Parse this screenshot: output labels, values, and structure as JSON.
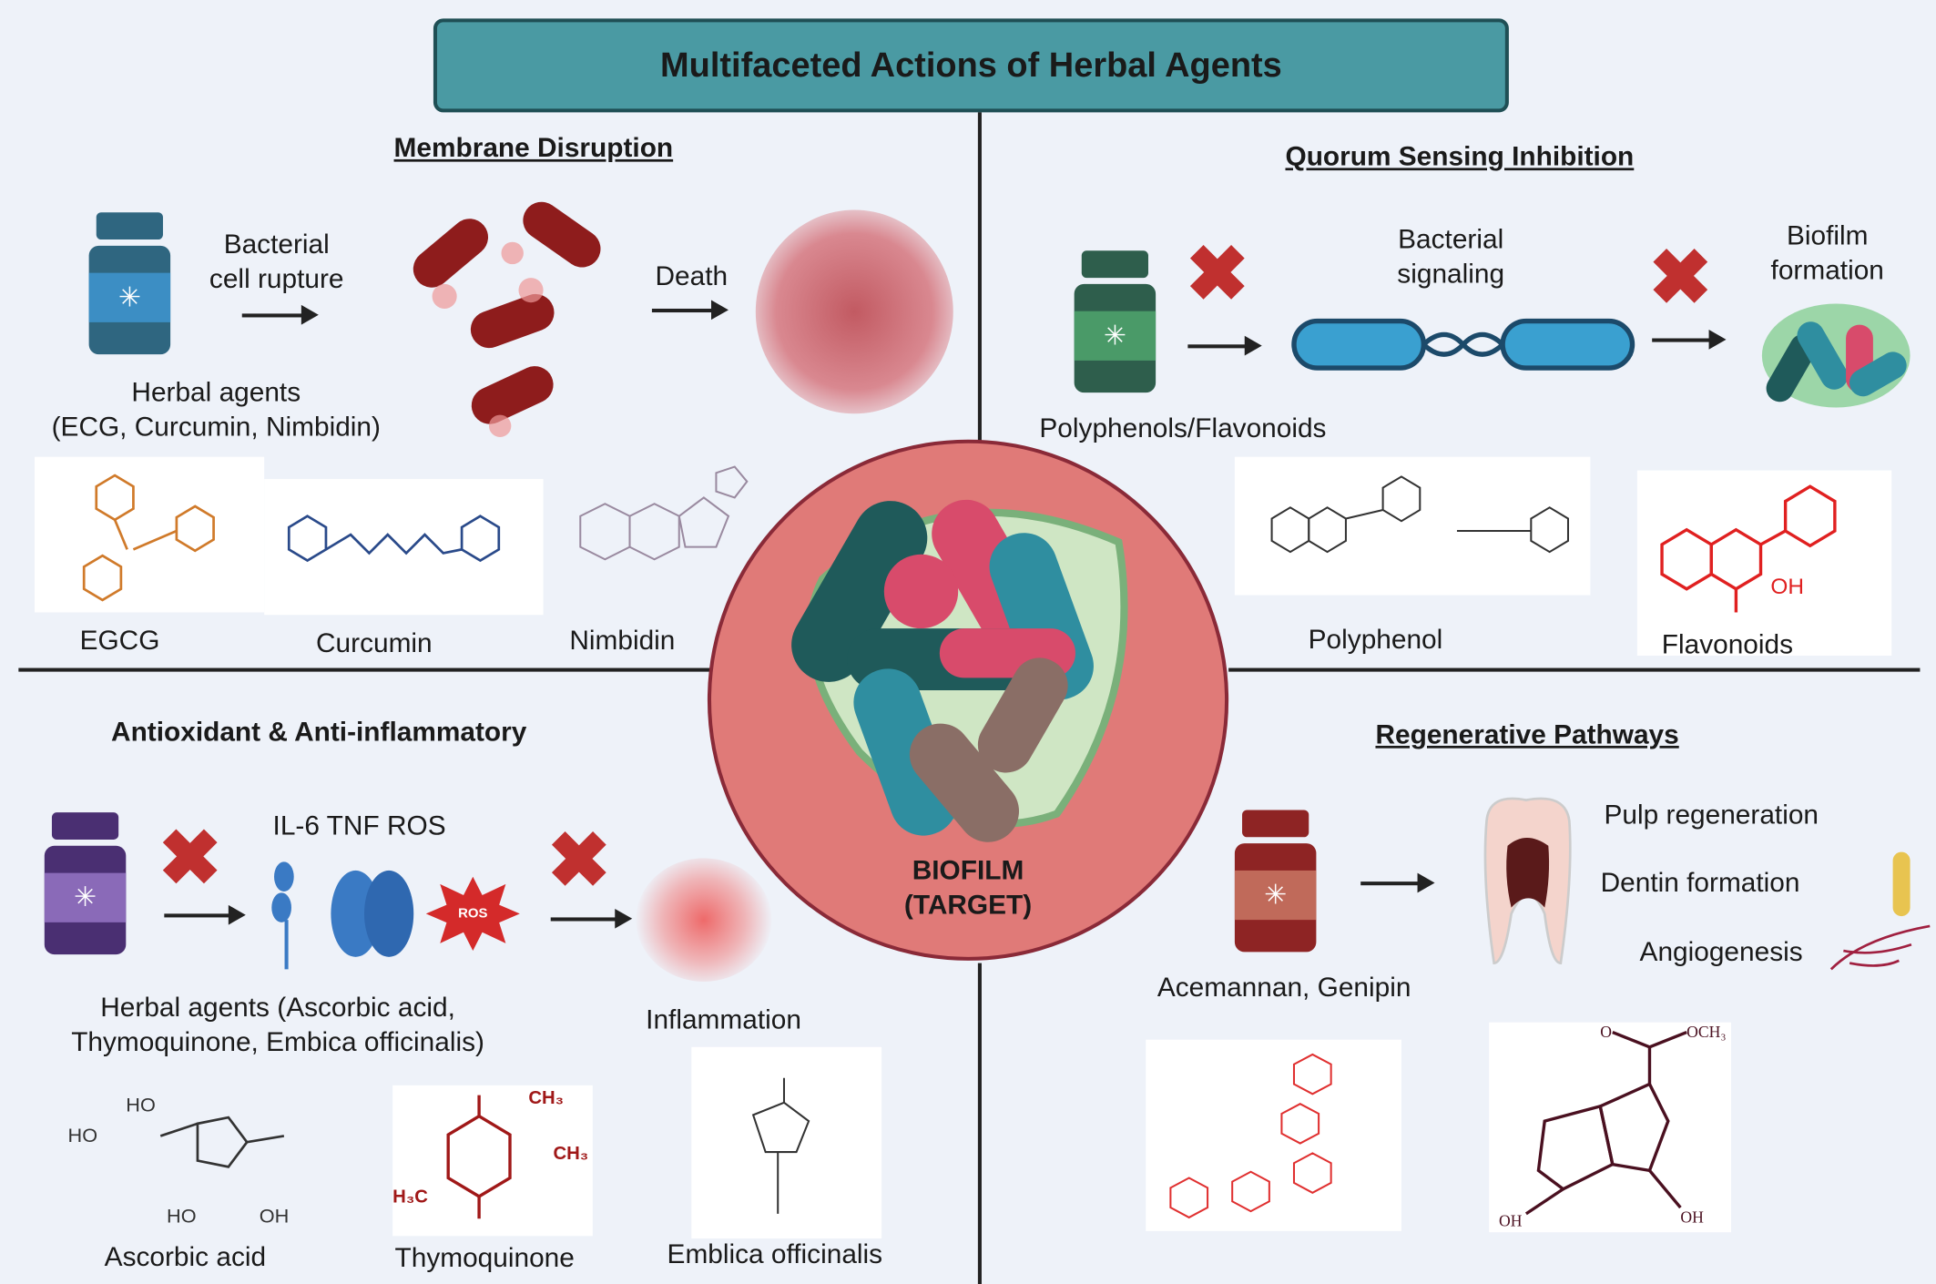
{
  "title": "Multifaceted Actions of Herbal Agents",
  "center": {
    "line1": "BIOFILM",
    "line2": "(TARGET)"
  },
  "membrane": {
    "heading": "Membrane Disruption",
    "step1": "Bacterial",
    "step1b": "cell rupture",
    "step2": "Death",
    "agents1": "Herbal agents",
    "agents2": "(ECG, Curcumin, Nimbidin)",
    "molecules": [
      "EGCG",
      "Curcumin",
      "Nimbidin"
    ],
    "bottle_color": "#2f6680",
    "bottle_label_color": "#3c8ec4"
  },
  "quorum": {
    "heading": "Quorum Sensing Inhibition",
    "signaling1": "Bacterial",
    "signaling2": "signaling",
    "biofilm1": "Biofilm",
    "biofilm2": "formation",
    "agents": "Polyphenols/Flavonoids",
    "molecules": [
      "Polyphenol",
      "Flavonoids"
    ],
    "bottle_color": "#2e5e4c",
    "bottle_label_color": "#4a9a68"
  },
  "antioxidant": {
    "heading": "Antioxidant & Anti-inflammatory",
    "mediators": "IL-6 TNF ROS",
    "ros_badge": "ROS",
    "agents1": "Herbal agents (Ascorbic acid,",
    "agents2": "Thymoquinone, Embica officinalis)",
    "outcome": "Inflammation",
    "molecules": [
      "Ascorbic acid",
      "Thymoquinone",
      "Emblica officinalis"
    ],
    "bottle_color": "#4a2f72",
    "bottle_label_color": "#8a6ab8"
  },
  "regenerative": {
    "heading": "Regenerative Pathways",
    "agents": "Acemannan, Genipin",
    "outcomes": [
      "Pulp regeneration",
      "Dentin formation",
      "Angiogenesis"
    ],
    "bottle_color": "#8e2424",
    "bottle_label_color": "#c06a5a"
  },
  "colors": {
    "title_bg": "#4a9aa3",
    "target_circle": "#e07a78",
    "inhibit": "#c0302f"
  }
}
